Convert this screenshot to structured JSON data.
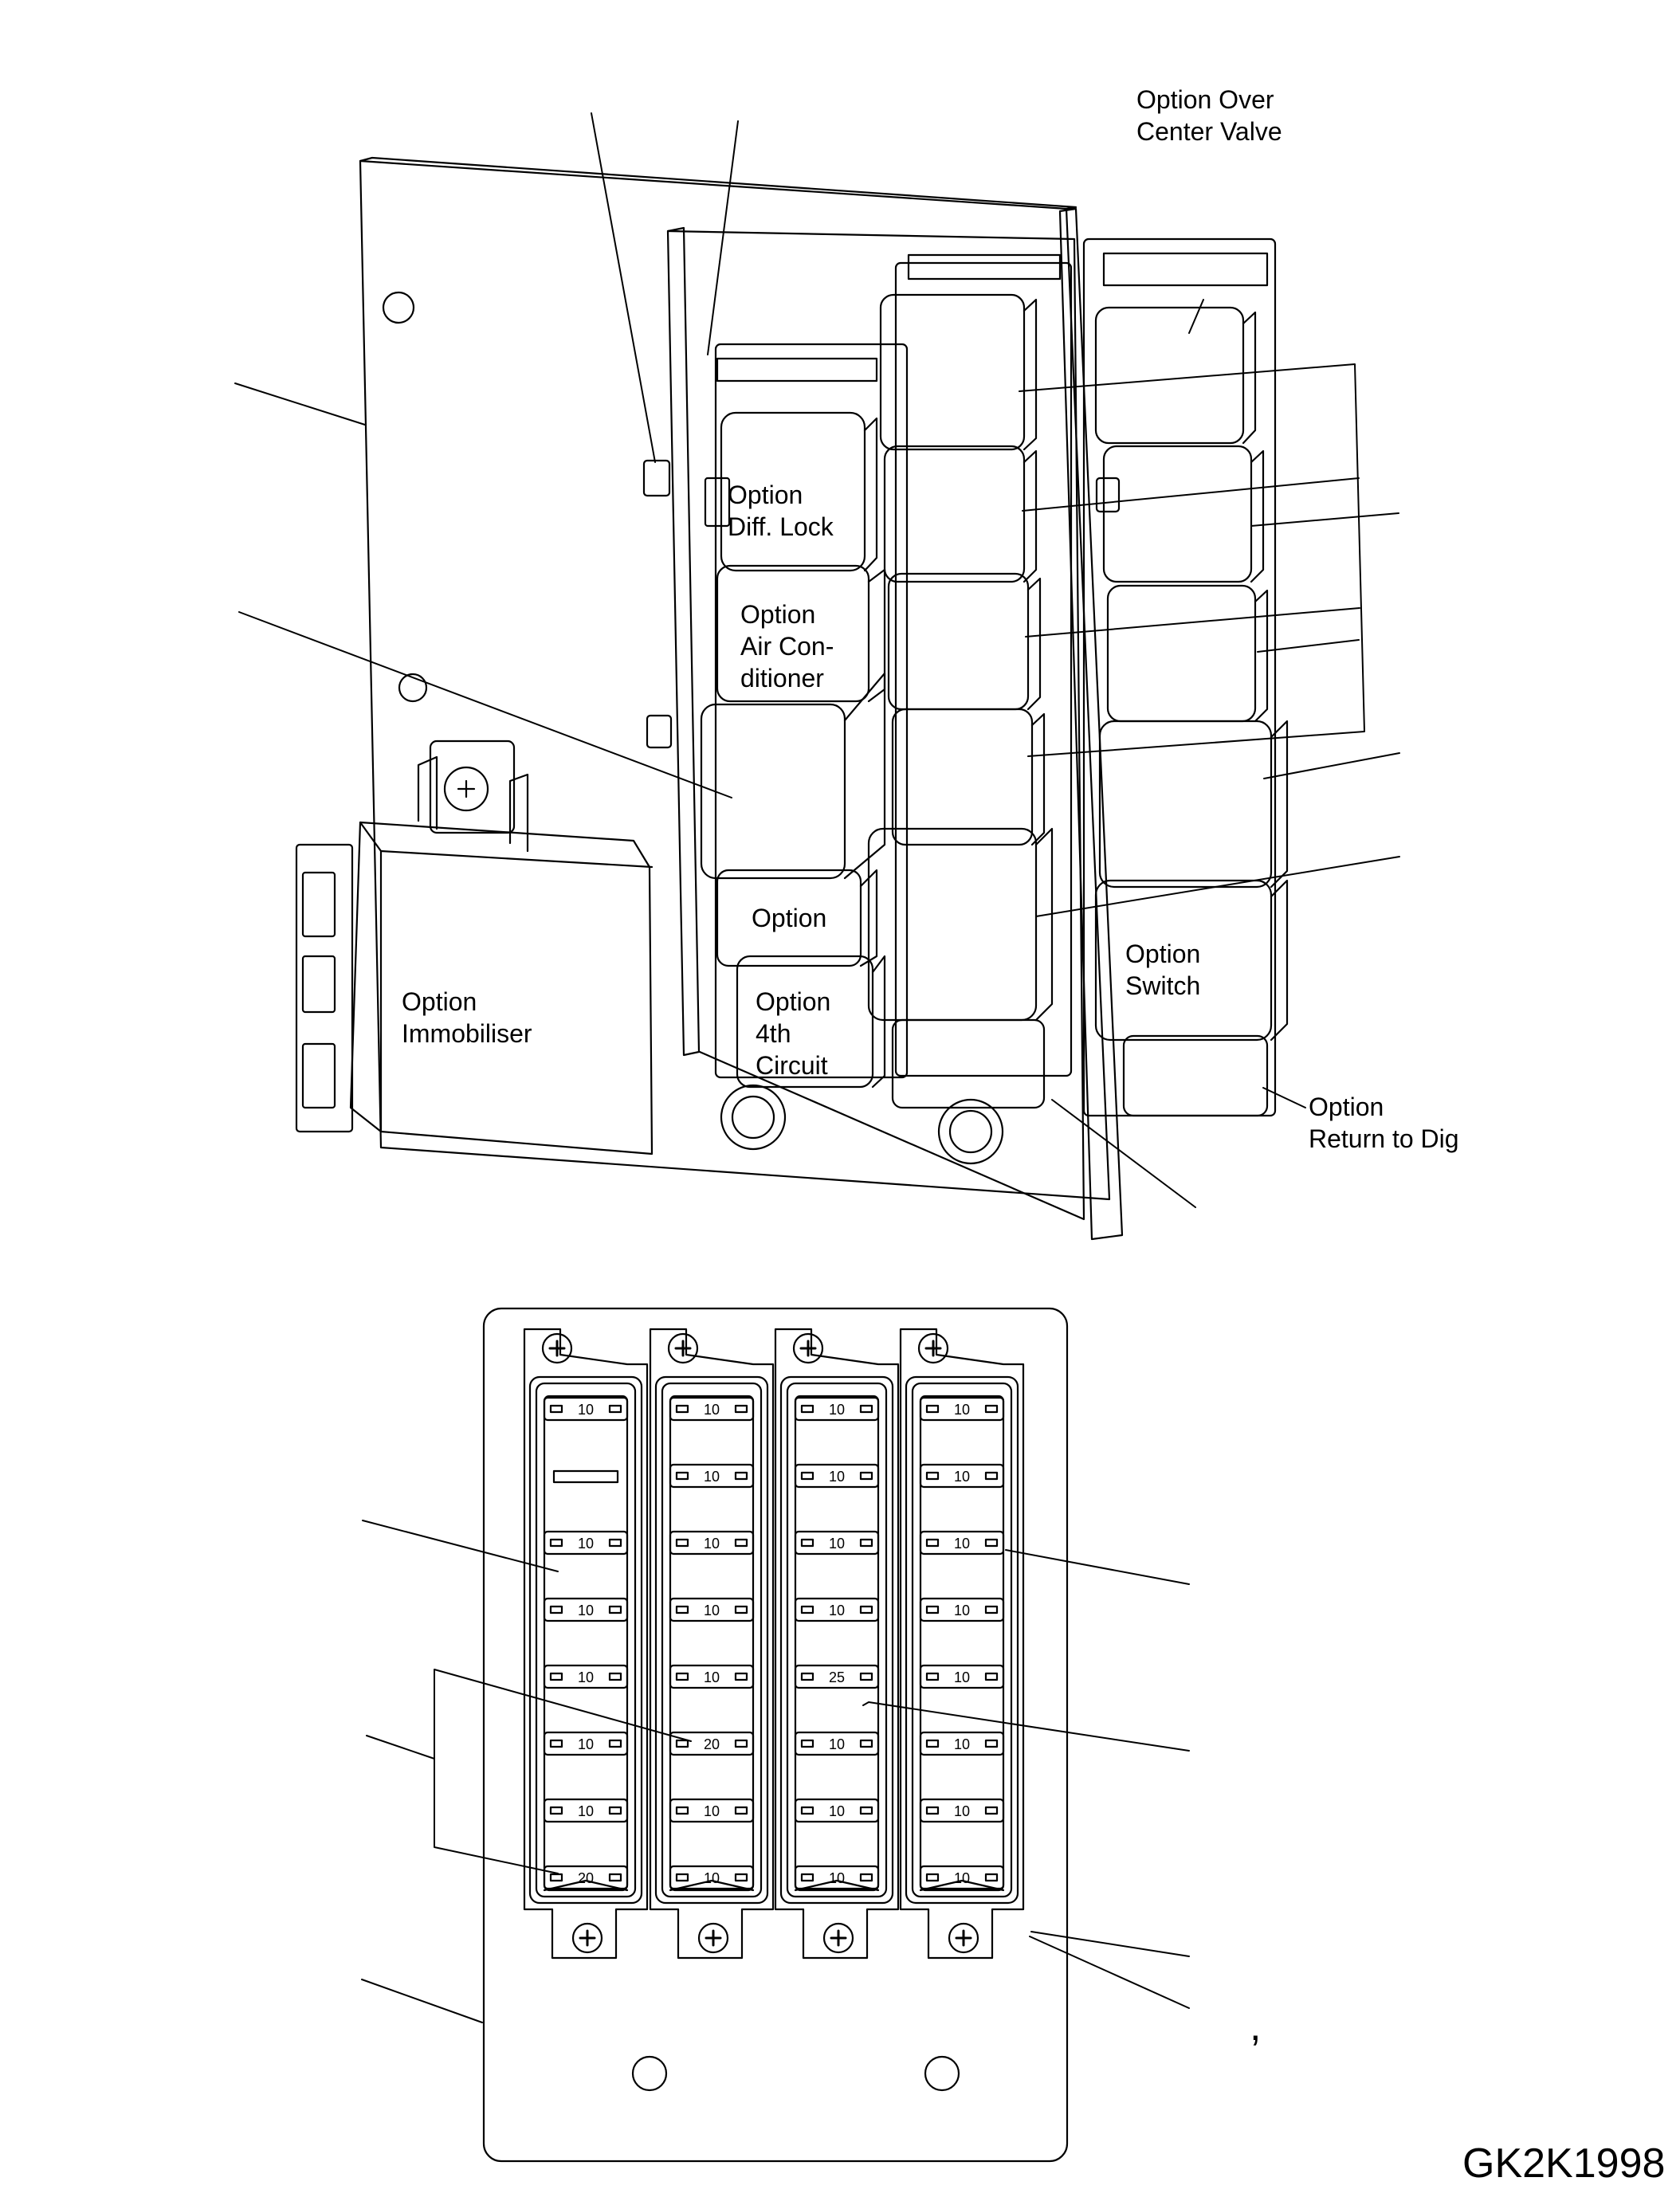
{
  "labels": {
    "over_center": [
      "Option Over",
      "Center Valve"
    ],
    "diff_lock": [
      "Option",
      "Diff. Lock"
    ],
    "air_con": [
      "Option",
      "Air Con-",
      "ditioner"
    ],
    "option_plain": [
      "Option"
    ],
    "fourth_circuit": [
      "Option",
      "4th",
      "Circuit"
    ],
    "immobiliser": [
      "Option",
      "Immobiliser"
    ],
    "switch": [
      "Option",
      "Switch"
    ],
    "return_to_dig": [
      "Option",
      "Return to Dig"
    ]
  },
  "fuse_columns": [
    [
      "10",
      "",
      "10",
      "10",
      "10",
      "10",
      "10",
      "20"
    ],
    [
      "10",
      "10",
      "10",
      "10",
      "10",
      "20",
      "10",
      "10"
    ],
    [
      "10",
      "10",
      "10",
      "10",
      "25",
      "10",
      "10",
      "10"
    ],
    [
      "10",
      "10",
      "10",
      "10",
      "10",
      "10",
      "10",
      "10"
    ]
  ],
  "stray_mark": ",",
  "figure_ref": "GK2K1998",
  "colors": {
    "line": "#000000",
    "background": "#ffffff"
  }
}
